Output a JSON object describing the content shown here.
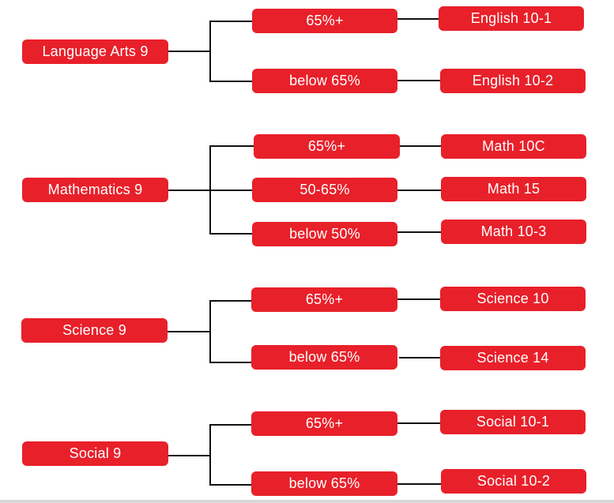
{
  "groups": [
    {
      "subject": "Language Arts 9",
      "branches": [
        {
          "condition": "65%+",
          "course": "English 10-1"
        },
        {
          "condition": "below 65%",
          "course": "English 10-2"
        }
      ]
    },
    {
      "subject": "Mathematics 9",
      "branches": [
        {
          "condition": "65%+",
          "course": "Math 10C"
        },
        {
          "condition": "50-65%",
          "course": "Math 15"
        },
        {
          "condition": "below 50%",
          "course": "Math 10-3"
        }
      ]
    },
    {
      "subject": "Science 9",
      "branches": [
        {
          "condition": "65%+",
          "course": "Science 10"
        },
        {
          "condition": "below 65%",
          "course": "Science 14"
        }
      ]
    },
    {
      "subject": "Social 9",
      "branches": [
        {
          "condition": "65%+",
          "course": "Social 10-1"
        },
        {
          "condition": "below 65%",
          "course": "Social 10-2"
        }
      ]
    }
  ],
  "colors": {
    "node_fill": "#e8202a",
    "node_text": "#ffffff",
    "connector": "#111111"
  }
}
